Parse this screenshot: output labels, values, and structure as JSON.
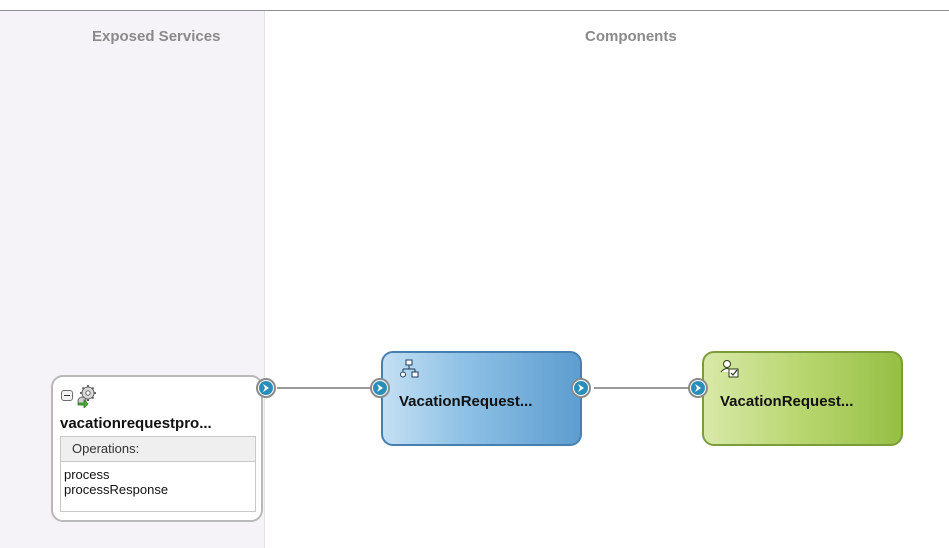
{
  "lanes": {
    "exposed_services": "Exposed Services",
    "components": "Components"
  },
  "service": {
    "name": "vacationrequestpro...",
    "operations_header": "Operations:",
    "operations": [
      "process",
      "processResponse"
    ]
  },
  "components": [
    {
      "name": "VacationRequest...",
      "type": "bpel-process",
      "icon": "process-flow-icon"
    },
    {
      "name": "VacationRequest...",
      "type": "human-task",
      "icon": "human-task-icon"
    }
  ],
  "colors": {
    "bpel_fill": "#8fc2e6",
    "human_task_fill": "#b8d66f",
    "port_arrow": "#2a8fb8"
  }
}
